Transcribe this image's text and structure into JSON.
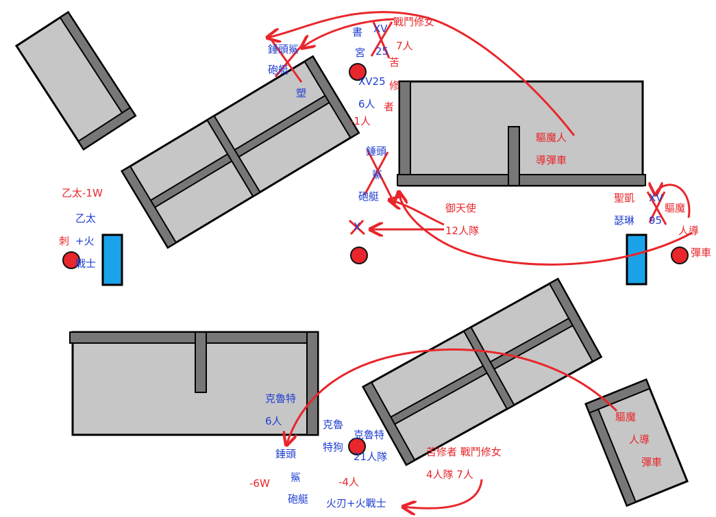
{
  "colors": {
    "terrain_fill": "#c6c6c6",
    "terrain_edge": "#000000",
    "wall": "#777777",
    "objective": "#e8262b",
    "objective_ring": "#111111",
    "deploy_marker": "#1aa3e8",
    "arrow": "#e8262b",
    "cross": "#e8262b",
    "red_text": "#e8262b",
    "blue_text": "#1f3fd0"
  },
  "labels": {
    "top_book": "書",
    "top_palace": "宮",
    "top_xv_a": "XV",
    "top_25": "25",
    "top_battle_sisters": "戰鬥修女",
    "top_7men": "7人",
    "top_ku": "苦",
    "top_xiu": "修",
    "top_zhe": "者",
    "top_xv25": "XV25",
    "top_6men": "6人",
    "top_minus1": "-1人",
    "hammer_shark_top": "錘頭鯊",
    "gunboat_top": "砲艇",
    "plastic": "塑",
    "hammer_mid": "錘頭",
    "shark_mid": "鯊",
    "gunboat_mid": "砲艇",
    "exorcist_top_1": "驅魔人",
    "exorcist_top_2": "導彈車",
    "custodes": "御天使",
    "squad_12": "12人隊",
    "ether_minus1w": "乙太-1W",
    "ether": "乙太",
    "assassin": "刺",
    "plus_fire": "+火",
    "warrior": "戰士",
    "x_small": "X",
    "saint_1": "聖凱",
    "saint_2": "瑟琳",
    "xv_right": "XV",
    "num_95": "95",
    "exorcist_right_1": "驅魔",
    "exorcist_right_2": "人導",
    "exorcist_right_3": "彈車",
    "kroot_left_1": "克魯特",
    "kroot_left_2": "6人",
    "kroot_dog_1": "克魯",
    "kroot_dog_2": "特狗",
    "kroot_21_1": "克魯特",
    "kroot_21_2": "21人隊",
    "ham_bottom_1": "錘頭",
    "ham_bottom_2": "鯊",
    "ham_bottom_3": "砲艇",
    "minus6w": "-6W",
    "minus4": "-4人",
    "blade_fire": "火刃+火戰士",
    "repentia_sisters": "苦修者 戰鬥修女",
    "squad_4_7": "4人隊  7人",
    "exorcist_br_1": "驅魔",
    "exorcist_br_2": "人導",
    "exorcist_br_3": "彈車"
  }
}
